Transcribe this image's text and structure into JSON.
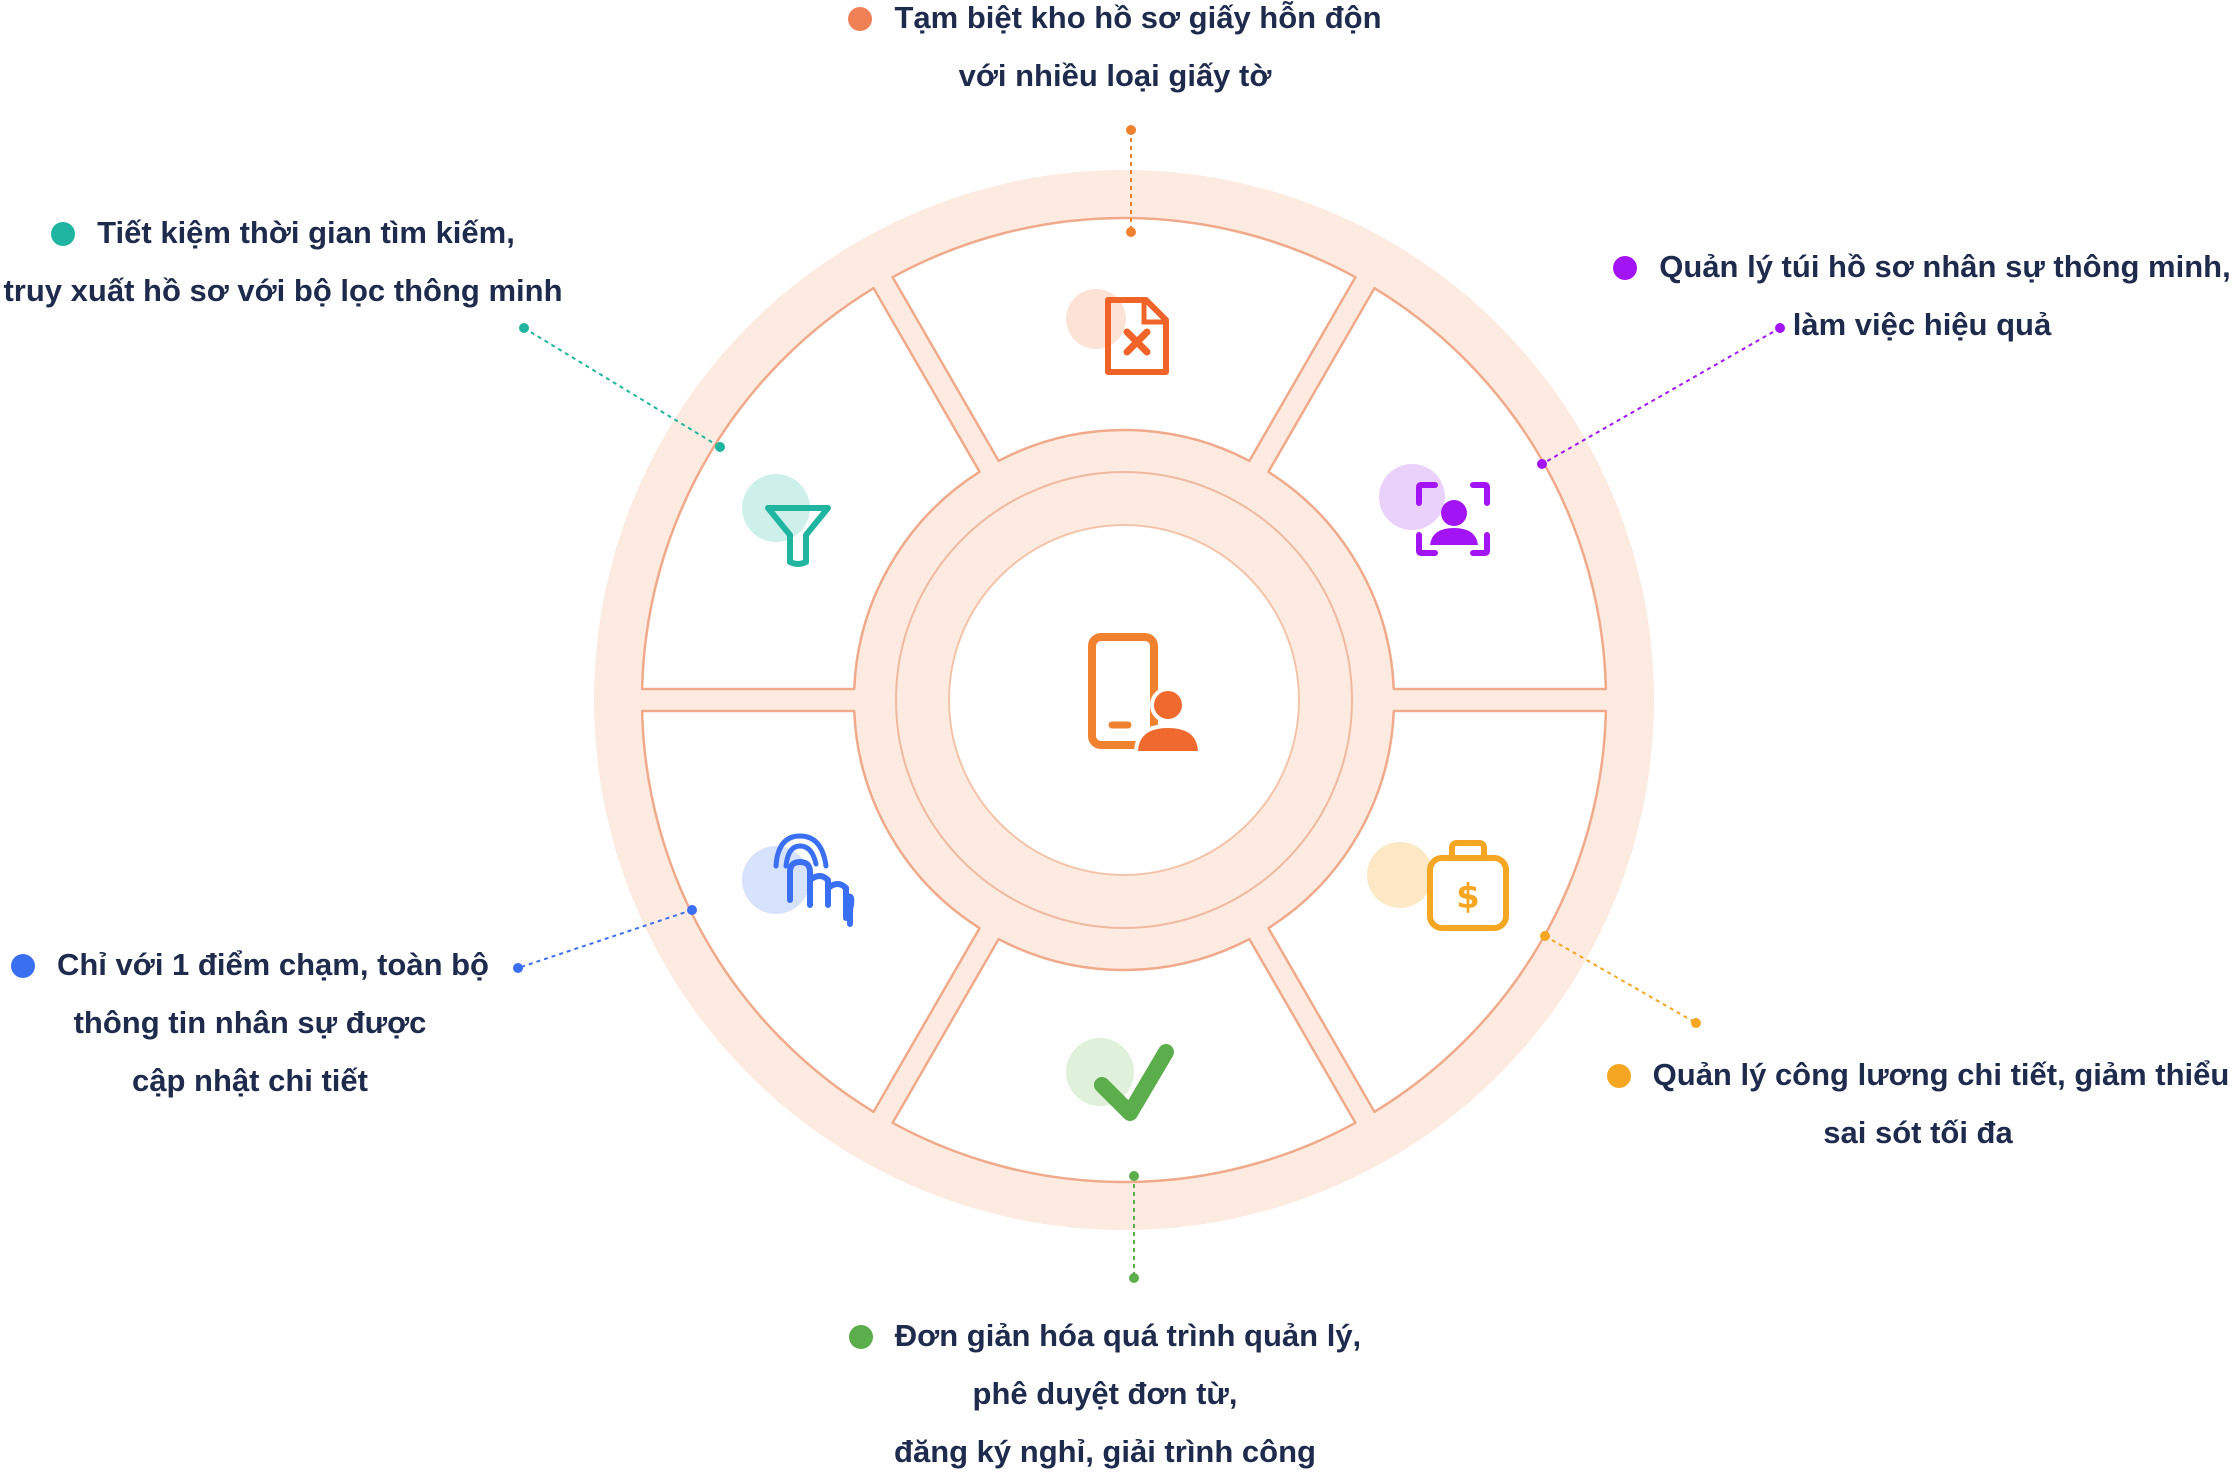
{
  "colors": {
    "ring_fill": "#fdebe1",
    "ring_line": "#f0a98a",
    "segment_fill": "#ffffff",
    "text": "#1f2b4d"
  },
  "center": {
    "icon": "phone-user-icon",
    "color": "#f06a2f"
  },
  "features": [
    {
      "id": "paper",
      "icon": "file-remove-icon",
      "color": "#f08055",
      "lines": [
        "Tạm biệt kho hồ sơ giấy hỗn độn",
        "với nhiều loại giấy tờ"
      ]
    },
    {
      "id": "profile",
      "icon": "user-scan-icon",
      "color": "#a314f5",
      "lines": [
        "Quản lý túi hồ sơ nhân sự thông minh,",
        "làm việc hiệu quả"
      ]
    },
    {
      "id": "salary",
      "icon": "money-bag-icon",
      "color": "#f5a623",
      "lines": [
        "Quản lý công lương chi tiết, giảm thiểu",
        "sai sót tối đa"
      ]
    },
    {
      "id": "approval",
      "icon": "check-icon",
      "color": "#5cae4c",
      "lines": [
        "Đơn giản hóa quá trình quản lý,",
        "phê duyệt đơn từ,",
        "đăng ký nghỉ, giải trình công"
      ]
    },
    {
      "id": "touch",
      "icon": "tap-hand-icon",
      "color": "#3b6ff2",
      "lines": [
        "Chỉ với 1 điểm chạm, toàn bộ",
        "thông tin nhân sự được",
        "cập nhật chi tiết"
      ]
    },
    {
      "id": "search",
      "icon": "filter-icon",
      "color": "#1fb5a0",
      "lines": [
        "Tiết kiệm thời gian tìm kiếm,",
        "truy xuất hồ sơ với bộ lọc thông minh"
      ]
    }
  ]
}
